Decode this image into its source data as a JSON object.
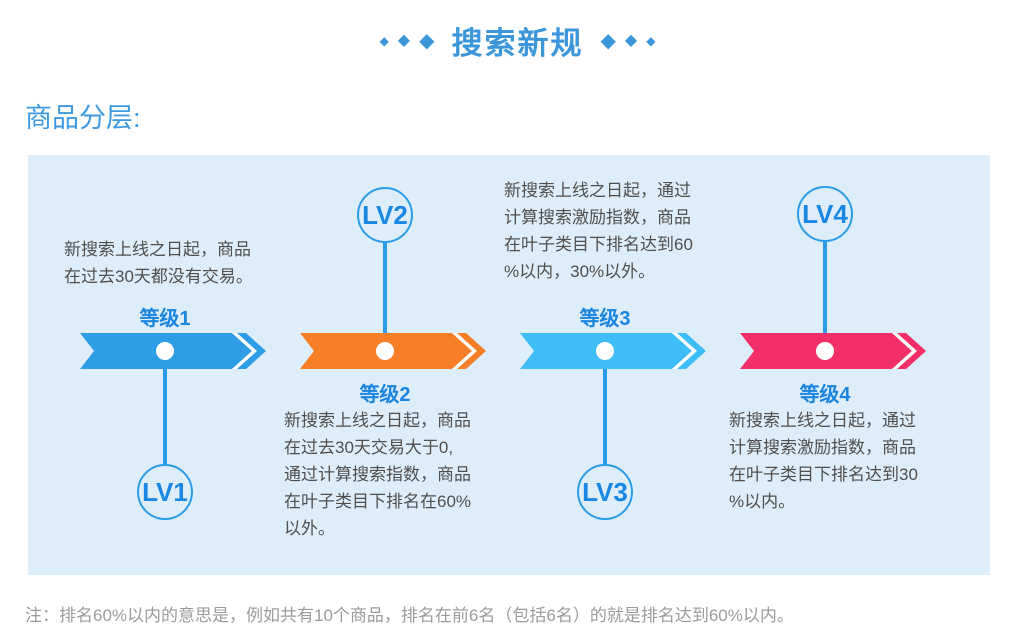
{
  "title": {
    "text": "搜索新规",
    "diamond": "◆",
    "color": "#3c96da"
  },
  "section_heading": "商品分层:",
  "levels": [
    {
      "badge": "LV1",
      "tier_label": "等级1",
      "description": "新搜索上线之日起，商品\n在过去30天都没有交易。",
      "arrow_color": "#2f9ce6",
      "badge_position": "below"
    },
    {
      "badge": "LV2",
      "tier_label": "等级2",
      "description": "新搜索上线之日起，商品\n在过去30天交易大于0,\n通过计算搜索指数，商品\n在叶子类目下排名在60%\n以外。",
      "arrow_color": "#f57e27",
      "badge_position": "above"
    },
    {
      "badge": "LV3",
      "tier_label": "等级3",
      "description": "新搜索上线之日起，通过\n计算搜索激励指数，商品\n在叶子类目下排名达到60\n%以内，30%以外。",
      "arrow_color": "#3fbdf7",
      "badge_position": "below"
    },
    {
      "badge": "LV4",
      "tier_label": "等级4",
      "description": "新搜索上线之日起，通过\n计算搜索激励指数，商品\n在叶子类目下排名达到30\n%以内。",
      "arrow_color": "#f22f68",
      "badge_position": "above"
    }
  ],
  "note": "注：排名60%以内的意思是，例如共有10个商品，排名在前6名（包括6名）的就是排名达到60%以内。",
  "colors": {
    "panel_background": "#ddeefa",
    "connector_blue": "#2b9ce8",
    "heading_blue": "#3d9ae0",
    "body_text": "#4f4f4f",
    "note_gray": "#9b9b9b"
  }
}
